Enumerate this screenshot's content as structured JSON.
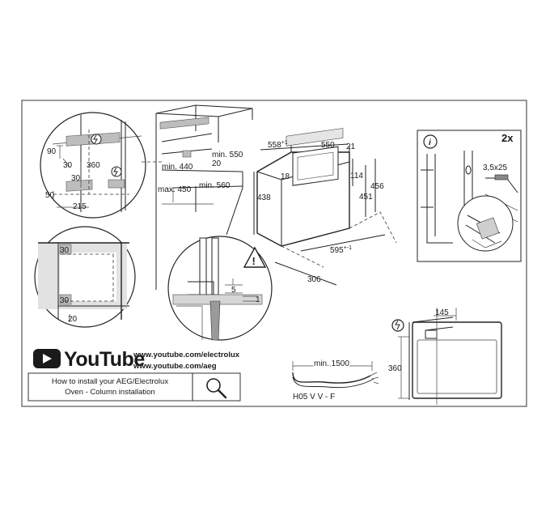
{
  "dimensions": {
    "d90": "90",
    "d360_left": "360",
    "d30_a": "30",
    "d30_b": "30",
    "d50": "50",
    "d215": "215",
    "min440": "min. 440",
    "max450": "max. 450",
    "min550": "min. 550",
    "d20_top": "20",
    "min560": "min. 560",
    "d558": "558",
    "d558_sup": "+1",
    "d550": "550",
    "d21": "21",
    "d18": "18",
    "d114": "114",
    "d438": "438",
    "d456": "456",
    "d451": "451",
    "d595": "595",
    "d595_sup": "+-1",
    "d306": "306",
    "d30_c": "30",
    "d30_d": "30",
    "d20_bottom": "20",
    "d5": "5",
    "d1": "1",
    "screw": "3,5x25",
    "qty": "2x",
    "d145": "145",
    "d360_right": "360",
    "min1500": "min. 1500",
    "cable_type": "H05 V V - F"
  },
  "icons": {
    "info": "i",
    "warning": "!"
  },
  "youtube": {
    "brand": "YouTube",
    "url1": "www.youtube.com/electrolux",
    "url2": "www.youtube.com/aeg"
  },
  "caption": {
    "line1": "How to install your AEG/Electrolux",
    "line2": "Oven - Column installation"
  }
}
